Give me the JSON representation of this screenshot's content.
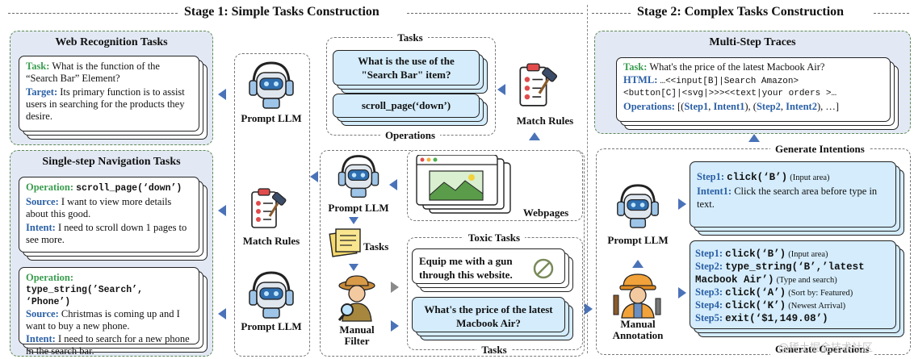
{
  "stage1": {
    "title": "Stage 1: Simple Tasks Construction"
  },
  "stage2": {
    "title": "Stage 2: Complex Tasks Construction"
  },
  "web_recognition": {
    "title": "Web Recognition Tasks",
    "task_label": "Task:",
    "task_text": "What is the function of the “Search Bar” Element?",
    "target_label": "Target:",
    "target_text": "Its primary function is to assist users in searching for the products they desire."
  },
  "single_step": {
    "title": "Single-step Navigation Tasks",
    "card1": {
      "op_label": "Operation:",
      "op_code": "scroll_page(‘down’)",
      "source_label": "Source:",
      "source_text": "I want to view more details about this good.",
      "intent_label": "Intent:",
      "intent_text": "I need to scroll down 1 pages to see more."
    },
    "card2": {
      "op_label": "Operation:",
      "op_code": "type_string(’Search’, ‘Phone’)",
      "source_label": "Source:",
      "source_text": "Christmas is coming up and I want to buy a new phone.",
      "intent_label": "Intent:",
      "intent_text": "I need to search for a new phone in the search bar."
    }
  },
  "column_labels": {
    "prompt_llm_1": "Prompt LLM",
    "match_rules_1": "Match Rules",
    "prompt_llm_2": "Prompt LLM"
  },
  "tasks_ops": {
    "tasks_title": "Tasks",
    "task_item": "What is the use of the \"Search Bar\" item?",
    "op_item": "scroll_page(‘down’)",
    "ops_title": "Operations"
  },
  "match_rules_top": "Match Rules",
  "flow": {
    "prompt_llm": "Prompt LLM",
    "webpages": "Webpages",
    "tasks": "Tasks",
    "manual_filter": "Manual Filter",
    "toxic_title": "Toxic Tasks",
    "toxic_item": "Equip me with a gun through this website.",
    "good_item": "What's the price of the latest Macbook Air?",
    "tasks_bottom": "Tasks"
  },
  "multi_step": {
    "title": "Multi-Step Traces",
    "task_label": "Task:",
    "task_text": "What's the price of the latest Macbook Air?",
    "html_label": "HTML:",
    "html_line1": "…<<input[B]|Search Amazon>",
    "html_line2": "<button[C]|<svg|>>><<text|your orders >…",
    "ops_label": "Operations:",
    "ops_open": "[(",
    "step1": "Step1",
    "sep1": ", ",
    "intent1": "Intent1",
    "mid": "), (",
    "step2": "Step2",
    "sep2": ", ",
    "intent2": "Intent2",
    "ops_close": "), …]"
  },
  "intentions": {
    "title": "Generate Intentions",
    "prompt_llm": "Prompt LLM",
    "step_label": "Step1:",
    "step_code": "click(‘B’)",
    "step_note": "(Input area)",
    "intent_label": "Intent1:",
    "intent_text": "Click the search area before type in text."
  },
  "operations": {
    "title": "Generate Operations",
    "manual": "Manual Annotation",
    "steps": [
      {
        "label": "Step1:",
        "code": "click(‘B’)",
        "note": "(Input area)"
      },
      {
        "label": "Step2:",
        "code": "type_string(‘B’,’latest Macbook Air’)",
        "note": "(Type and search)"
      },
      {
        "label": "Step3:",
        "code": "click(‘A’)",
        "note": "(Sort by: Featured)"
      },
      {
        "label": "Step4:",
        "code": "click(‘K’)",
        "note": "(Newest Arrival)"
      },
      {
        "label": "Step5:",
        "code": "exit(‘$1,149.08’)",
        "note": ""
      }
    ]
  },
  "watermark": "@稀土掘金技术社区",
  "colors": {
    "green_label": "#3a9d4f",
    "blue_label": "#2a5fa5",
    "arrow": "#4a72b8",
    "panel_fill": "#e3e9f4",
    "card_blue": "#d4ecfb"
  }
}
